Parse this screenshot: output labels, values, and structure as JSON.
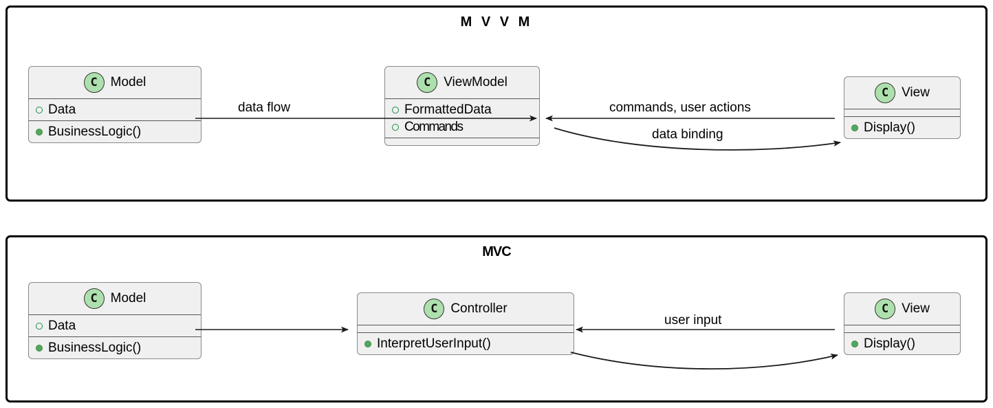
{
  "diagram": {
    "type": "uml-class-diagram",
    "panels": [
      {
        "id": "mvvm",
        "title": "M V V M",
        "classes": [
          {
            "id": "mvvm-model",
            "name": "Model",
            "icon": "C",
            "attributes": [
              {
                "visibility": "hollow",
                "label": "Data"
              }
            ],
            "methods": [
              {
                "visibility": "filled",
                "label": "BusinessLogic()"
              }
            ]
          },
          {
            "id": "mvvm-viewmodel",
            "name": "ViewModel",
            "icon": "C",
            "attributes": [
              {
                "visibility": "hollow",
                "label": "FormattedData"
              },
              {
                "visibility": "hollow",
                "label": "Commands"
              }
            ],
            "methods": []
          },
          {
            "id": "mvvm-view",
            "name": "View",
            "icon": "C",
            "attributes": [],
            "methods": [
              {
                "visibility": "filled",
                "label": "Display()"
              }
            ]
          }
        ],
        "edges": [
          {
            "id": "mvvm-edge-dataflow",
            "label": "data flow",
            "from": "mvvm-model",
            "to": "mvvm-viewmodel",
            "style": "straight"
          },
          {
            "id": "mvvm-edge-commands",
            "label": "commands, user actions",
            "from": "mvvm-view",
            "to": "mvvm-viewmodel",
            "style": "straight"
          },
          {
            "id": "mvvm-edge-binding",
            "label": "data binding",
            "from": "mvvm-viewmodel",
            "to": "mvvm-view",
            "style": "curved"
          }
        ]
      },
      {
        "id": "mvc",
        "title": "MVC",
        "classes": [
          {
            "id": "mvc-model",
            "name": "Model",
            "icon": "C",
            "attributes": [
              {
                "visibility": "hollow",
                "label": "Data"
              }
            ],
            "methods": [
              {
                "visibility": "filled",
                "label": "BusinessLogic()"
              }
            ]
          },
          {
            "id": "mvc-controller",
            "name": "Controller",
            "icon": "C",
            "attributes": [],
            "methods": [
              {
                "visibility": "filled",
                "label": "InterpretUserInput()"
              }
            ]
          },
          {
            "id": "mvc-view",
            "name": "View",
            "icon": "C",
            "attributes": [],
            "methods": [
              {
                "visibility": "filled",
                "label": "Display()"
              }
            ]
          }
        ],
        "edges": [
          {
            "id": "mvc-edge-model",
            "label": "",
            "from": "mvc-model",
            "to": "mvc-controller",
            "style": "straight"
          },
          {
            "id": "mvc-edge-userinput",
            "label": "user input",
            "from": "mvc-view",
            "to": "mvc-controller",
            "style": "straight"
          },
          {
            "id": "mvc-edge-render",
            "label": "",
            "from": "mvc-controller",
            "to": "mvc-view",
            "style": "curved"
          }
        ]
      }
    ]
  },
  "colors": {
    "panel_border": "#000000",
    "class_fill": "#f0f0f0",
    "class_border": "#888888",
    "class_icon_fill": "#ade0ad",
    "visibility_hollow": "#1e8c4a",
    "visibility_filled": "#52a85c",
    "edge": "#1a1a1a",
    "text": "#000000"
  }
}
